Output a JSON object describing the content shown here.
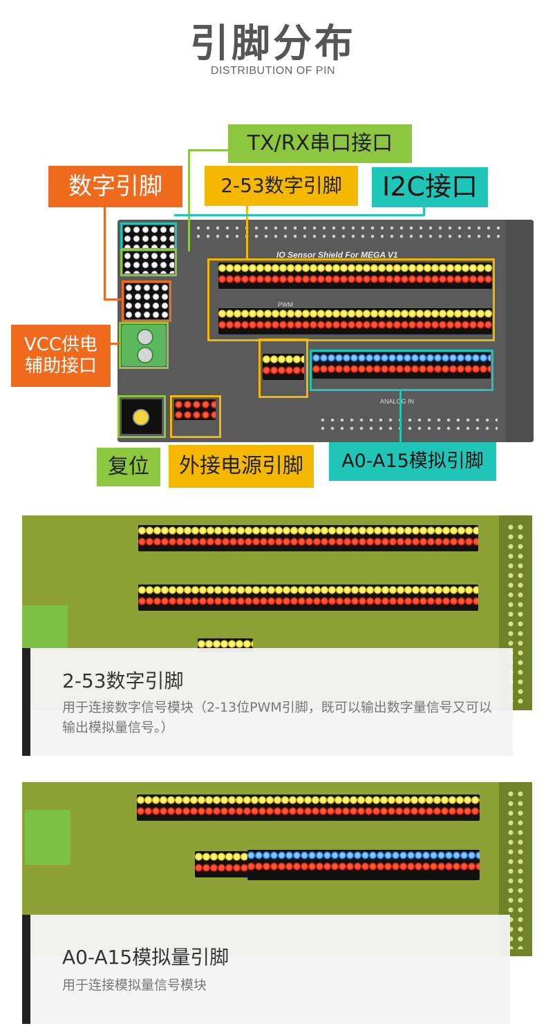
{
  "header": {
    "title": "引脚分布",
    "subtitle": "DISTRIBUTION OF PIN"
  },
  "diagram": {
    "board_title": "IO Sensor Shield For MEGA V1",
    "pwm_silk": "PWM",
    "analog_silk": "ANALOG IN",
    "labels": {
      "tx_rx": "TX/RX串口接口",
      "digital": "数字引脚",
      "digital_2_53": "2-53数字引脚",
      "i2c": "I2C接口",
      "vcc_aux_line1": "VCC供电",
      "vcc_aux_line2": "辅助接口",
      "reset": "复位",
      "ext_power": "外接电源引脚",
      "analog": "A0-A15模拟引脚"
    },
    "colors": {
      "orange": "#f06a1e",
      "green": "#8dc63f",
      "yellow": "#f5b800",
      "teal": "#1fc6b8"
    }
  },
  "sections": [
    {
      "title": "2-53数字引脚",
      "description": "用于连接数字信号模块（2-13位PWM引脚，既可以输出数字量信号又可以输出模拟量信号。）"
    },
    {
      "title": "A0-A15模拟量引脚",
      "description": "用于连接模拟量信号模块"
    }
  ]
}
